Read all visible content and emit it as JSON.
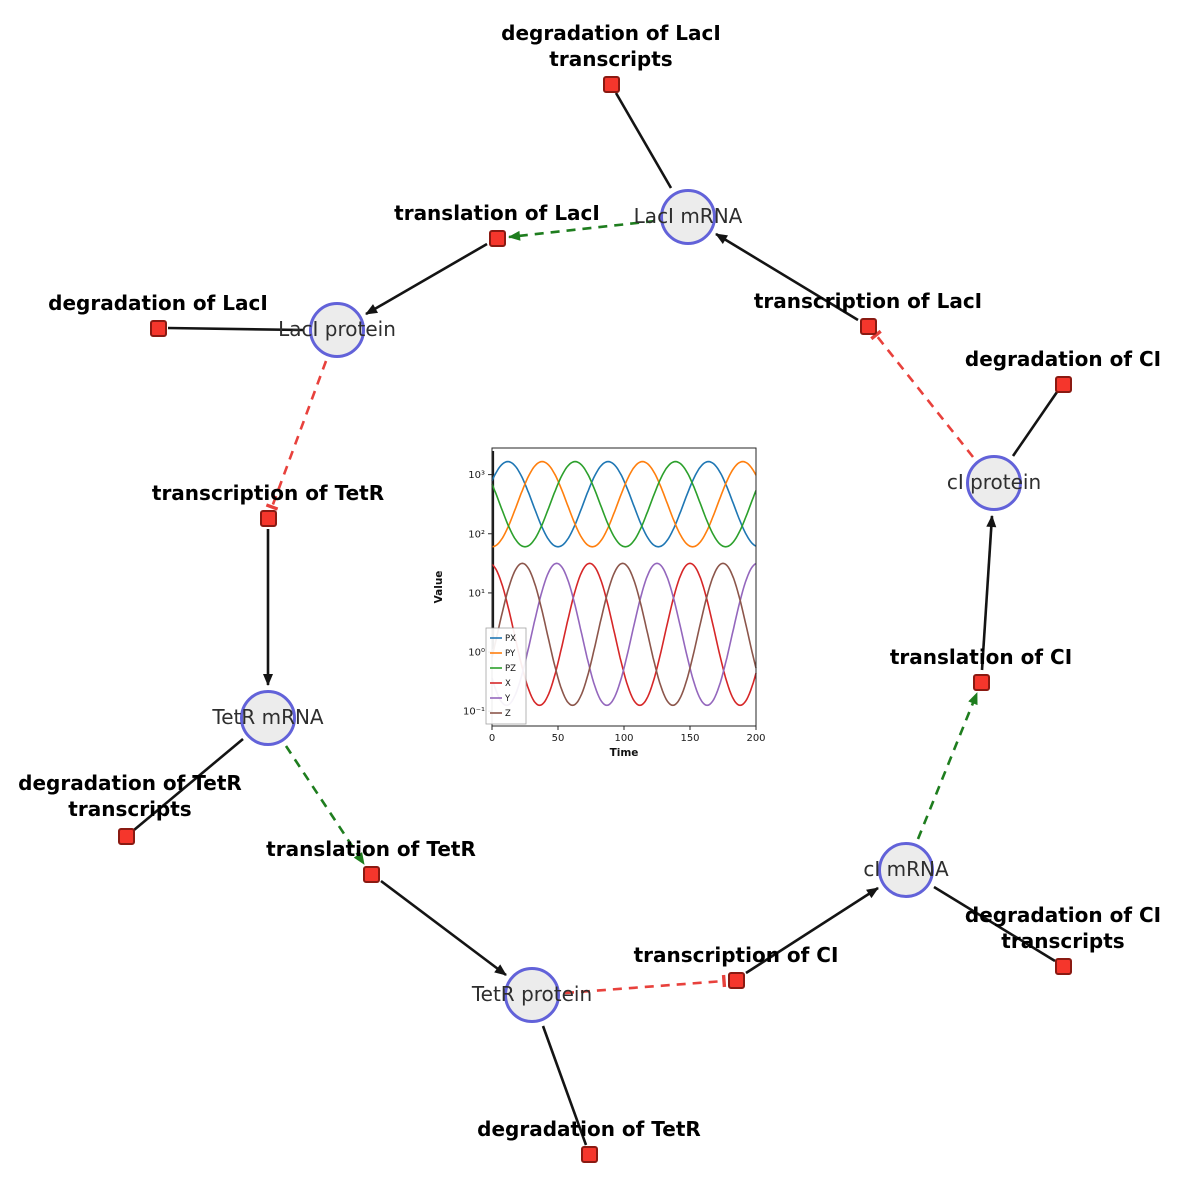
{
  "diagram": {
    "species": [
      {
        "id": "laci-mrna",
        "label": "LacI mRNA"
      },
      {
        "id": "laci-protein",
        "label": "LacI protein"
      },
      {
        "id": "tetr-mrna",
        "label": "TetR mRNA"
      },
      {
        "id": "tetr-protein",
        "label": "TetR protein"
      },
      {
        "id": "ci-mrna",
        "label": "cI mRNA"
      },
      {
        "id": "ci-protein",
        "label": "cI protein"
      }
    ],
    "reactions": [
      {
        "id": "degradation-laci-transcripts",
        "label": "degradation of LacI\ntranscripts"
      },
      {
        "id": "translation-laci",
        "label": "translation of LacI"
      },
      {
        "id": "transcription-laci",
        "label": "transcription of LacI"
      },
      {
        "id": "degradation-laci",
        "label": "degradation of LacI"
      },
      {
        "id": "degradation-ci",
        "label": "degradation of CI"
      },
      {
        "id": "transcription-tetr",
        "label": "transcription of TetR"
      },
      {
        "id": "translation-ci",
        "label": "translation of CI"
      },
      {
        "id": "degradation-tetr-transcripts",
        "label": "degradation of TetR\ntranscripts"
      },
      {
        "id": "translation-tetr",
        "label": "translation of TetR"
      },
      {
        "id": "degradation-ci-transcripts",
        "label": "degradation of CI\ntranscripts"
      },
      {
        "id": "transcription-ci",
        "label": "transcription of CI"
      },
      {
        "id": "degradation-tetr",
        "label": "degradation of TetR"
      }
    ],
    "edge_types": {
      "reactant_product": "solid black arrow",
      "modifier": "dashed green arrow",
      "inhibition": "dashed red T-bar"
    },
    "colors": {
      "species_fill": "#ececec",
      "species_stroke": "#6262d9",
      "reaction_fill": "#f5362c",
      "reaction_stroke": "#8a1a12",
      "edge_black": "#141414",
      "edge_green": "#1e7d1e",
      "edge_red": "#e8413c"
    }
  },
  "chart_data": {
    "type": "line",
    "title": "",
    "xlabel": "Time",
    "ylabel": "Value",
    "x_range": [
      0,
      200
    ],
    "x_ticks": [
      0,
      50,
      100,
      150,
      200
    ],
    "y_scale": "log10",
    "y_tick_exponents": [
      -1,
      0,
      1,
      2,
      3
    ],
    "y_range_log": [
      -1.25,
      3.45
    ],
    "grid": false,
    "legend_position": "lower left",
    "series": [
      {
        "name": "PX",
        "color": "#1f77b4",
        "center_log": 2.5,
        "amplitude_log": 0.72,
        "period": 76,
        "peak_time": 12
      },
      {
        "name": "PY",
        "color": "#ff7f0e",
        "center_log": 2.5,
        "amplitude_log": 0.72,
        "period": 76,
        "peak_time": 38
      },
      {
        "name": "PZ",
        "color": "#2ca02c",
        "center_log": 2.5,
        "amplitude_log": 0.72,
        "period": 76,
        "peak_time": 63
      },
      {
        "name": "X",
        "color": "#d62728",
        "center_log": 0.3,
        "amplitude_log": 1.2,
        "period": 76,
        "peak_time": 74
      },
      {
        "name": "Y",
        "color": "#9467bd",
        "center_log": 0.3,
        "amplitude_log": 1.2,
        "period": 76,
        "peak_time": 49
      },
      {
        "name": "Z",
        "color": "#8c564b",
        "center_log": 0.3,
        "amplitude_log": 1.2,
        "period": 76,
        "peak_time": 99
      }
    ]
  }
}
